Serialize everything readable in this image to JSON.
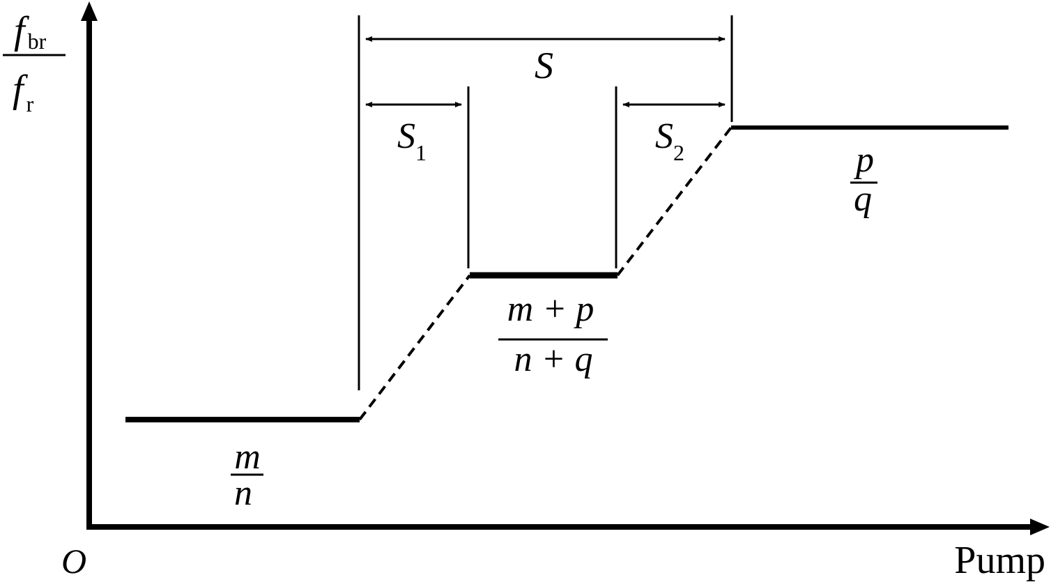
{
  "axes": {
    "origin_label": "O",
    "x_label": "Pump",
    "y_label": {
      "numerator_symbol": "f",
      "numerator_sub": "br",
      "denominator_symbol": "f",
      "denominator_sub": "r"
    }
  },
  "plateaus": [
    {
      "id": "low",
      "numerator": "m",
      "denominator": "n"
    },
    {
      "id": "mid",
      "numerator": "m + p",
      "denominator": "n + q"
    },
    {
      "id": "high",
      "numerator": "p",
      "denominator": "q"
    }
  ],
  "spans": {
    "total": {
      "symbol": "S",
      "sub": ""
    },
    "first": {
      "symbol": "S",
      "sub": "1"
    },
    "second": {
      "symbol": "S",
      "sub": "2"
    }
  },
  "colors": {
    "ink": "#000000",
    "background": "#ffffff"
  }
}
